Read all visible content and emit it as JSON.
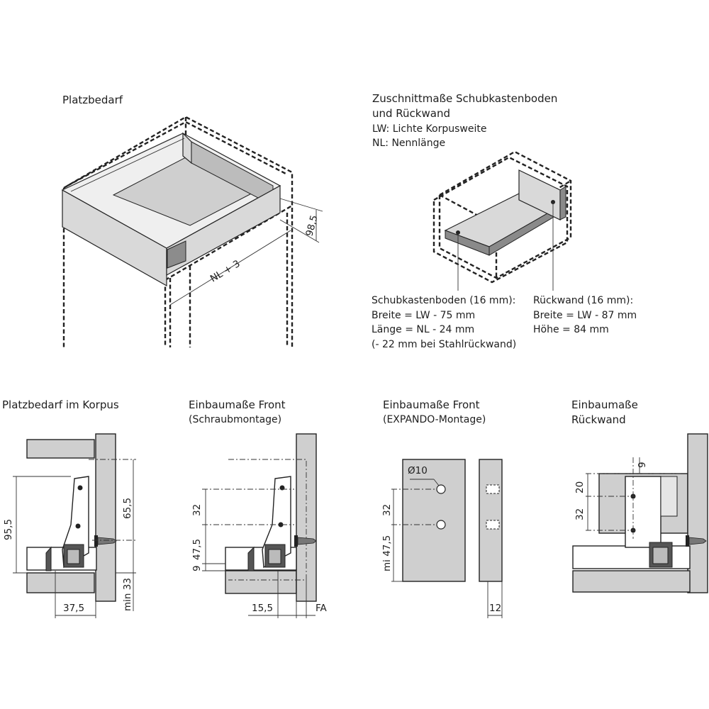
{
  "headings": {
    "platzbedarf": "Platzbedarf",
    "zuschnitt_line1": "Zuschnittmaße Schubkastenboden",
    "zuschnitt_line2": "und Rückwand",
    "lw_def": "LW: Lichte Korpusweite",
    "nl_def": "NL: Nennlänge",
    "korpus": "Platzbedarf im Korpus",
    "front_screw": "Einbaumaße Front",
    "front_screw_sub": "(Schraubmontage)",
    "front_expando": "Einbaumaße Front",
    "front_expando_sub": "(EXPANDO-Montage)",
    "rueckwand_line1": "Einbaumaße",
    "rueckwand_line2": "Rückwand"
  },
  "notes": {
    "boden_title": "Schubkastenboden (16 mm):",
    "boden_breite": "Breite = LW - 75 mm",
    "boden_laenge": "Länge = NL - 24 mm",
    "boden_stahl": "(- 22 mm bei Stahlrückwand)",
    "rueck_title": "Rückwand (16 mm):",
    "rueck_breite": "Breite = LW - 87 mm",
    "rueck_hoehe": "Höhe = 84 mm"
  },
  "dimensions": {
    "top_height": "98,5",
    "top_length": "NL + 3",
    "korpus_95": "95,5",
    "korpus_65": "65,5",
    "korpus_37": "37,5",
    "korpus_min33": "min 33",
    "front_32": "32",
    "front_47": "47,5",
    "front_9": "9",
    "front_15": "15,5",
    "front_fa": "FA",
    "exp_d10": "Ø10",
    "exp_32": "32",
    "exp_mi47": "mi 47,5",
    "exp_12": "12",
    "rw_9": "9",
    "rw_20": "20",
    "rw_32": "32"
  }
}
